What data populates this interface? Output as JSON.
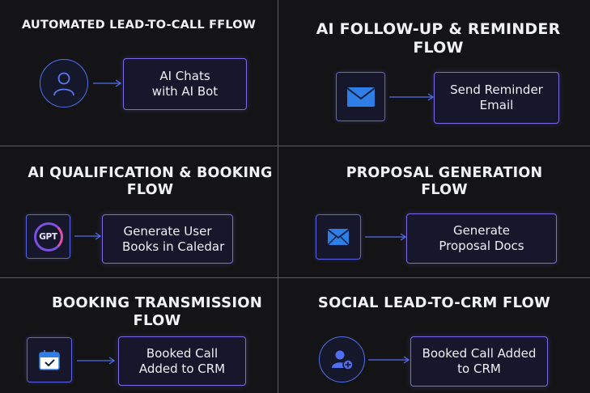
{
  "panels": [
    {
      "title": "AUTOMATED LEAD-TO-CALL FFLOW",
      "icon": "user-icon",
      "box_lines": [
        "AI Chats",
        "with AI Bot"
      ]
    },
    {
      "title_lines": [
        "AI FOLLOW-UP  &  REMINDER",
        "FLOW"
      ],
      "icon": "mail-icon",
      "box_lines": [
        "Send Reminder",
        "Email"
      ]
    },
    {
      "title_lines": [
        "AI QUALIFICATION  & BOOKING",
        "FLOW"
      ],
      "icon": "gpt-logo-icon",
      "icon_text": "GPT",
      "box_lines": [
        "Generate User",
        "   Books in Caledar"
      ]
    },
    {
      "title_lines": [
        "PROPOSAL GENERATION",
        "FLOW"
      ],
      "icon": "mail-icon",
      "box_lines": [
        "Generate",
        "Proposal Docs"
      ]
    },
    {
      "title_lines": [
        "BOOKING TRANSMISSION",
        "FLOW"
      ],
      "icon": "calendar-icon",
      "box_lines": [
        "Booked Call",
        "Added to CRM"
      ]
    },
    {
      "title": "SOCIAL LEAD-TO-CRM FLOW",
      "icon": "add-user-icon",
      "box_lines": [
        "Booked Call Added",
        "to CRM"
      ]
    }
  ],
  "colors": {
    "background": "#141416",
    "divider": "#5a5a62",
    "icon_border": "#5b63e6",
    "box_border": "#7d6ae8",
    "arrow": "#4f6ff0",
    "mail_fill": "#2f7ee6"
  }
}
